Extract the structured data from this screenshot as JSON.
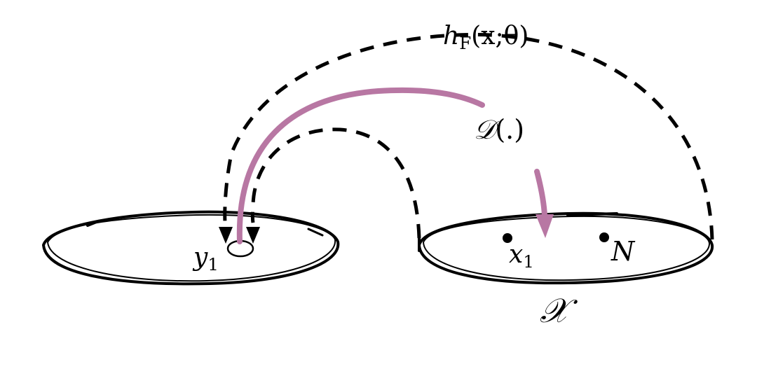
{
  "labels": {
    "mapping": {
      "main": "h",
      "sub": "F",
      "args": "(x;θ)"
    },
    "distribution": {
      "main": "𝒟",
      "args": "(.)"
    },
    "target_point": {
      "main": "y",
      "sub": "1"
    },
    "source_point": {
      "main": "x",
      "sub": "1"
    },
    "count": "N",
    "space": "𝒳"
  },
  "colors": {
    "stroke": "#000000",
    "distribution_arrow": "#b877a3",
    "background": "#ffffff"
  }
}
